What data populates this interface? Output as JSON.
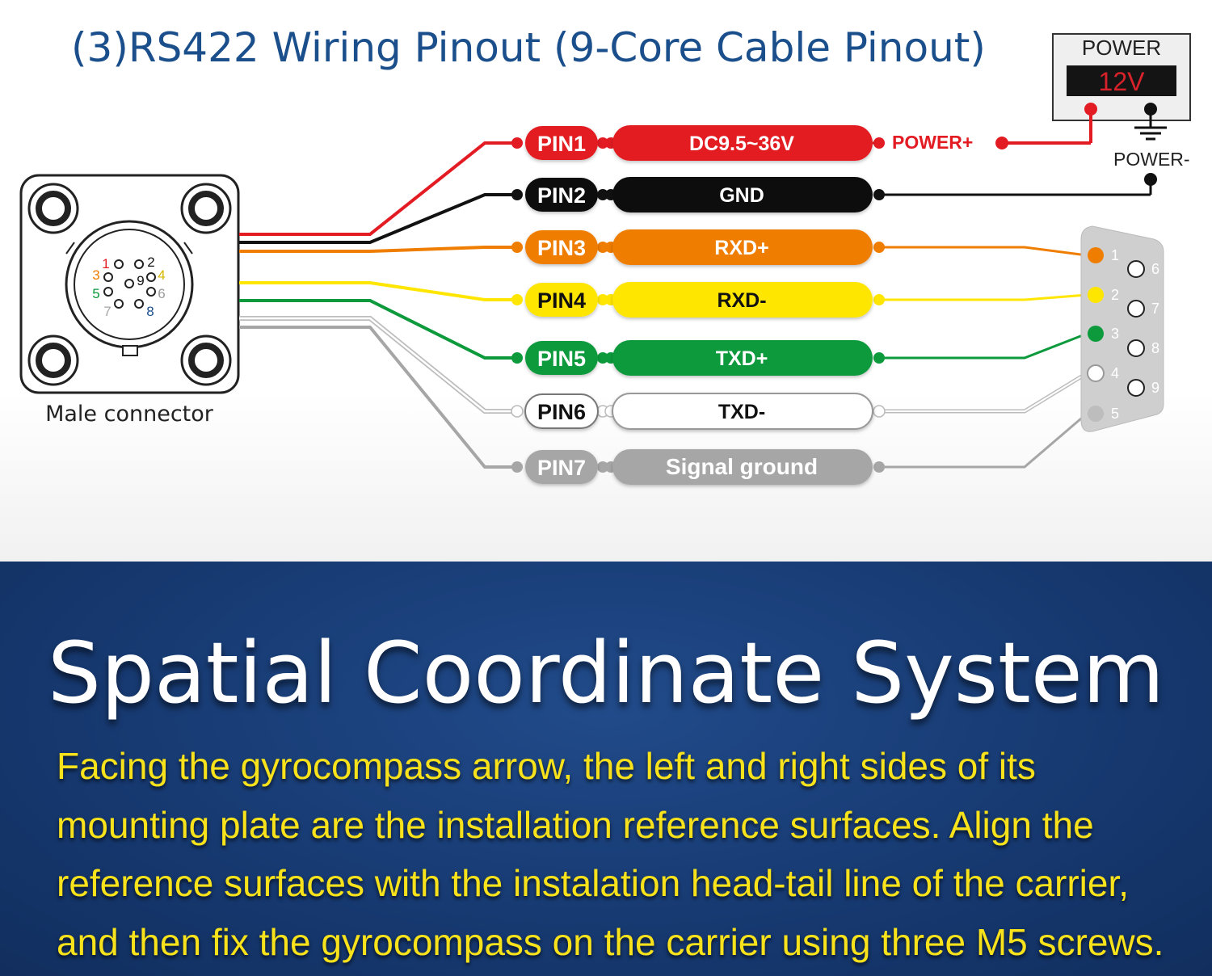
{
  "title": "(3)RS422 Wiring Pinout (9-Core Cable Pinout)",
  "connector": {
    "label": "Male connector",
    "pin_numbers": [
      "1",
      "2",
      "3",
      "4",
      "5",
      "6",
      "7",
      "8",
      "9"
    ]
  },
  "power_supply": {
    "label": "POWER",
    "display": "12V",
    "plus_label": "POWER+",
    "minus_label": "POWER-"
  },
  "pins": [
    {
      "pin": "PIN1",
      "signal": "DC9.5~36V",
      "color": "#e31b23"
    },
    {
      "pin": "PIN2",
      "signal": "GND",
      "color": "#111111"
    },
    {
      "pin": "PIN3",
      "signal": "RXD+",
      "color": "#ef7d00"
    },
    {
      "pin": "PIN4",
      "signal": "RXD-",
      "color": "#ffe600"
    },
    {
      "pin": "PIN5",
      "signal": "TXD+",
      "color": "#0c9a3c"
    },
    {
      "pin": "PIN6",
      "signal": "TXD-",
      "color": "#ffffff"
    },
    {
      "pin": "PIN7",
      "signal": "Signal ground",
      "color": "#a6a6a6"
    }
  ],
  "db9": {
    "pin_numbers": [
      "1",
      "2",
      "3",
      "4",
      "5",
      "6",
      "7",
      "8",
      "9"
    ]
  },
  "section": {
    "heading": "Spatial Coordinate System",
    "lines": [
      "Facing the gyrocompass arrow, the left and right sides of its",
      "mounting plate are the installation reference surfaces. Align the",
      "reference surfaces with the instalation head-tail line of the carrier,",
      "and then fix the gyrocompass on the carrier using three M5 screws."
    ]
  }
}
